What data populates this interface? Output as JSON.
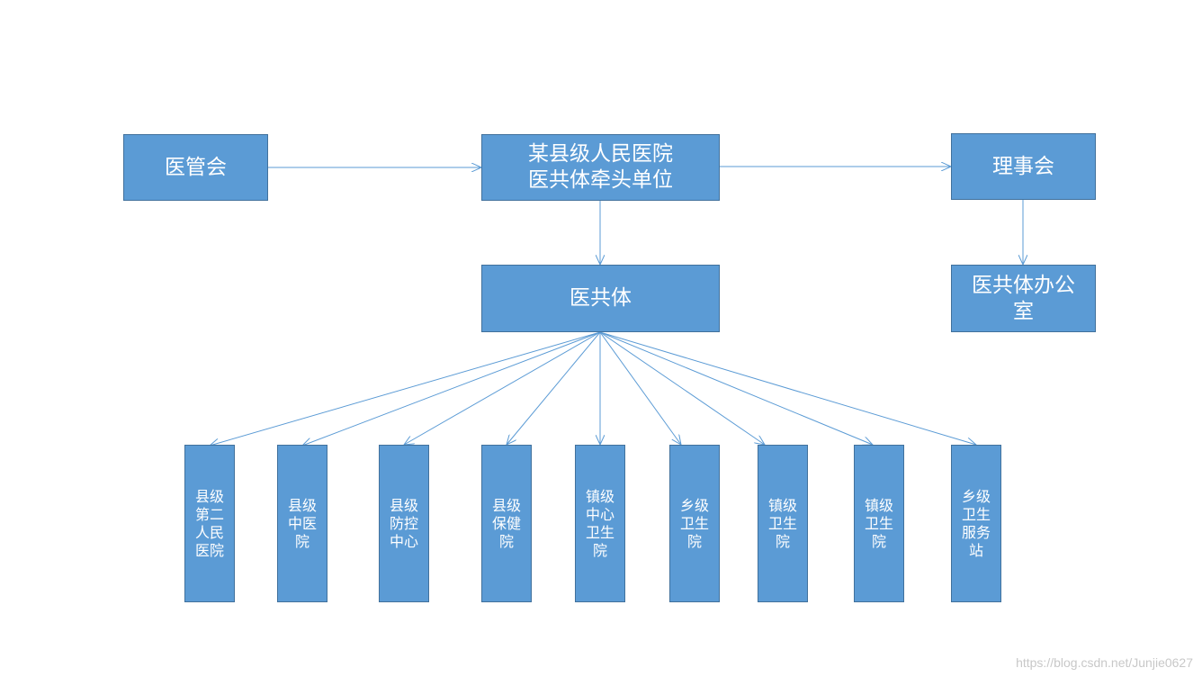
{
  "nodes": {
    "yiguanhui": "医管会",
    "qiantou": "某县级人民医院医共体牵头单位",
    "lishihui": "理事会",
    "yigongti": "医共体",
    "bangongshi": "医共体办公室"
  },
  "children": [
    "县级第二人民医院",
    "县级中医院",
    "县级防控中心",
    "县级保健院",
    "镇级中心卫生院",
    "乡级卫生院",
    "镇级卫生院",
    "镇级卫生院",
    "乡级卫生服务站"
  ],
  "watermark": "https://blog.csdn.net/Junjie0627",
  "colors": {
    "node_fill": "#5b9bd5",
    "node_border": "#41719c",
    "connector": "#5b9bd5",
    "text": "#ffffff"
  }
}
